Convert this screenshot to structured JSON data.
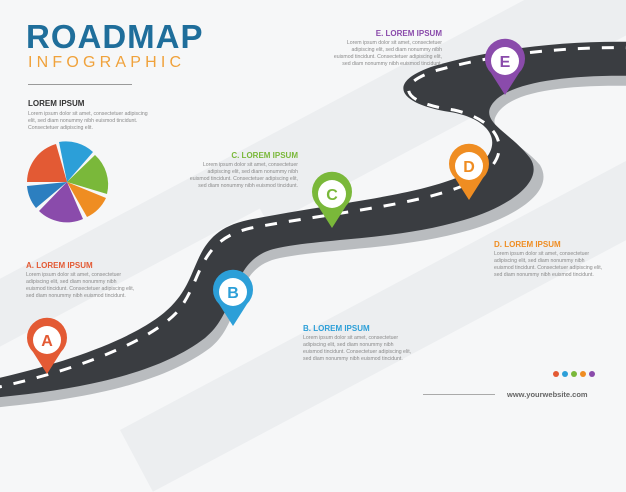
{
  "header": {
    "title": "ROADMAP",
    "subtitle": "INFOGRAPHIC"
  },
  "intro": {
    "heading": "LOREM IPSUM",
    "body": "Lorem ipsum dolor sit amet, consectetuer adipiscing\nelit, sed diam nonummy nibh euismod tincidunt.\nConsectetuer adipiscing elit."
  },
  "milestones": [
    {
      "letter": "A",
      "heading": "A. LOREM IPSUM",
      "color": "#e35a34",
      "body": "Lorem ipsum dolor sit amet, consectetuer\nadipiscing elit, sed diam nonummy nibh\neuismod tincidunt. Consectetuer adipiscing elit,\nsed diam nonummy nibh euismod tincidunt."
    },
    {
      "letter": "B",
      "heading": "B. LOREM IPSUM",
      "color": "#2c9fd8",
      "body": "Lorem ipsum dolor sit amet, consectetuer\nadipiscing elit, sed diam nonummy nibh\neuismod tincidunt. Consectetuer adipiscing elit,\nsed diam nonummy nibh euismod tincidunt."
    },
    {
      "letter": "C",
      "heading": "C. LOREM IPSUM",
      "color": "#7ab83a",
      "body": "Lorem ipsum dolor sit amet, consectetuer\nadipiscing elit, sed diam nonummy nibh\neuismod tincidunt. Consectetuer adipiscing elit,\nsed diam nonummy nibh euismod tincidunt."
    },
    {
      "letter": "D",
      "heading": "D. LOREM IPSUM",
      "color": "#ef8d22",
      "body": "Lorem ipsum dolor sit amet, consectetuer\nadipiscing elit, sed diam nonummy nibh\neuismod tincidunt. Consectetuer adipiscing elit,\nsed diam nonummy nibh euismod tincidunt."
    },
    {
      "letter": "E",
      "heading": "E. LOREM IPSUM",
      "color": "#8a4bab",
      "body": "Lorem ipsum dolor sit amet, consectetuer\nadipiscing elit, sed diam nonummy nibh\neuismod tincidunt. Consectetuer adipiscing elit,\nsed diam nonummy nibh euismod tincidunt."
    }
  ],
  "pie_colors": [
    "#2c9fd8",
    "#7ab83a",
    "#ef8d22",
    "#8a4bab",
    "#2c7fc0",
    "#e35a34"
  ],
  "footer": {
    "url": "www.yourwebsite.com",
    "dot_colors": [
      "#e35a34",
      "#2c9fd8",
      "#7ab83a",
      "#ef8d22",
      "#8a4bab"
    ]
  }
}
